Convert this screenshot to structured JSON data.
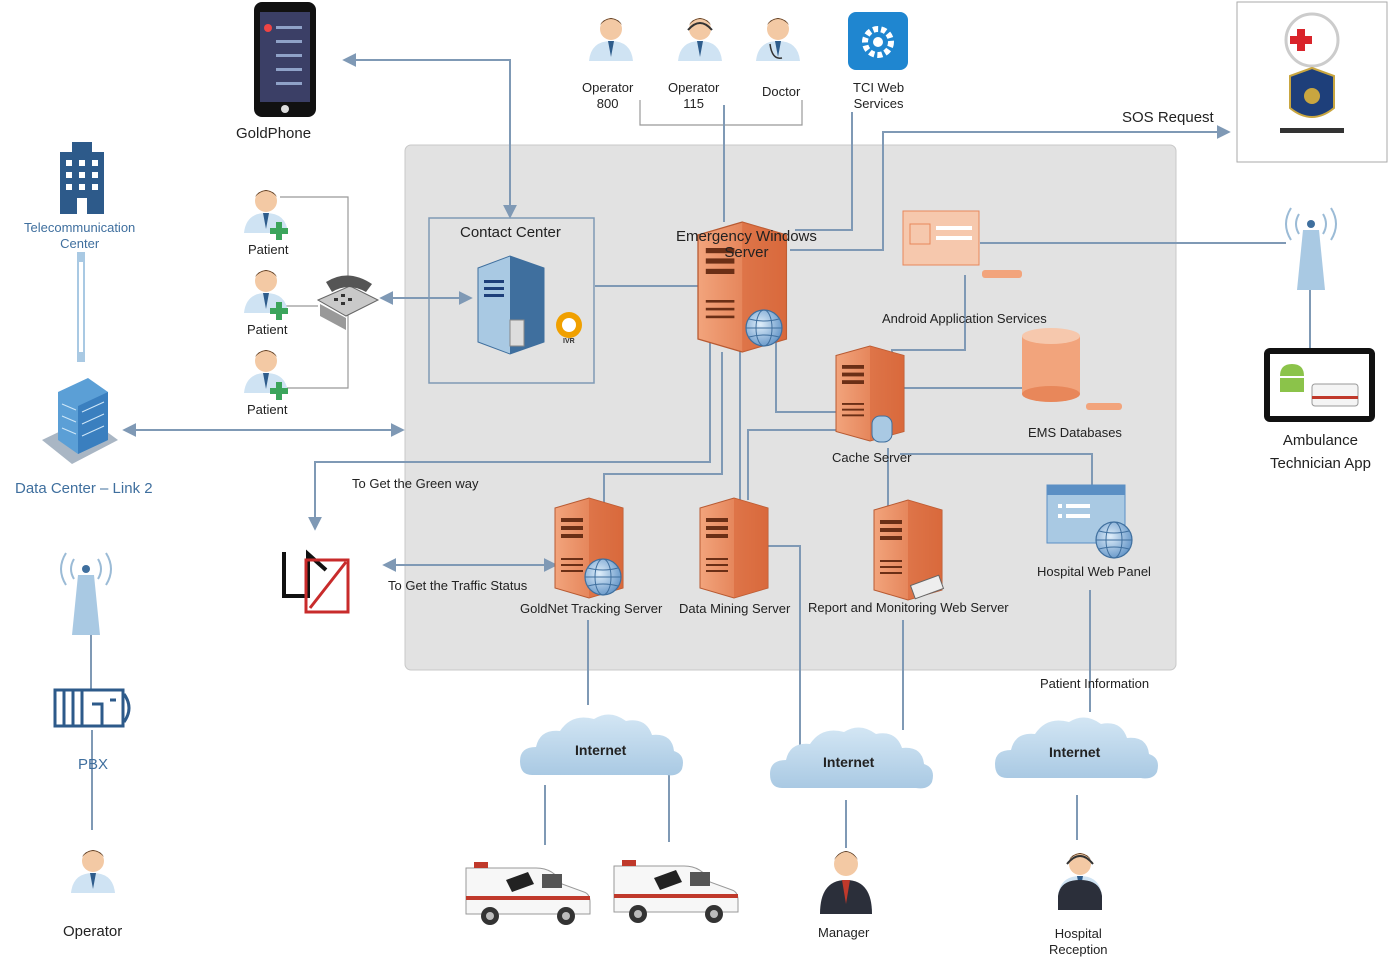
{
  "labels": {
    "goldphone": "GoldPhone",
    "operator_800": [
      "Operator",
      "800"
    ],
    "operator_115": [
      "Operator",
      "115"
    ],
    "doctor": "Doctor",
    "tci": [
      "TCI Web",
      "Services"
    ],
    "sos_request": "SOS Request",
    "telecom_center": [
      "Telecommunication",
      "Center"
    ],
    "patient_1": "Patient",
    "patient_2": "Patient",
    "patient_3": "Patient",
    "contact_center": "Contact Center",
    "ivr": "IVR",
    "emergency_server": [
      "Emergency Windows",
      "Server"
    ],
    "android_services": "Android Application Services",
    "ems_db": "EMS Databases",
    "cache_server": "Cache Server",
    "data_center": "Data Center – Link 2",
    "green_way": "To Get the Green way",
    "traffic_status": "To Get the Traffic Status",
    "goldnet_server": "GoldNet Tracking Server",
    "data_mining_server": "Data Mining Server",
    "report_server": "Report and Monitoring Web Server",
    "hospital_panel": "Hospital Web Panel",
    "patient_information": "Patient Information",
    "ambulance_app": [
      "Ambulance",
      "Technician App"
    ],
    "pbx": "PBX",
    "operator": "Operator",
    "internet_1": "Internet",
    "internet_2": "Internet",
    "internet_3": "Internet",
    "manager": "Manager",
    "hospital_reception": [
      "Hospital",
      "Reception"
    ]
  },
  "colors": {
    "server_orange": "#e8875a",
    "server_dark": "#c9633a",
    "connector": "#7f99b5",
    "cloud": "#b8d3e8",
    "building_blue": "#2d5a8a",
    "panel_gray": "#e2e2e2",
    "red_crescent": "#d9242b"
  }
}
